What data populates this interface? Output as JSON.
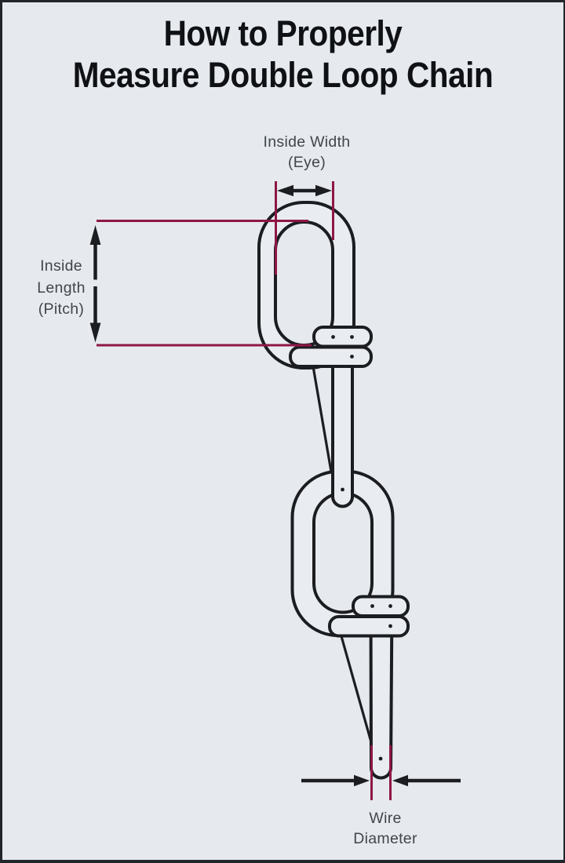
{
  "title": {
    "line1": "How to Properly",
    "line2": "Measure Double Loop Chain"
  },
  "labels": {
    "inside_width": {
      "line1": "Inside Width",
      "line2": "(Eye)"
    },
    "inside_length": {
      "line1": "Inside",
      "line2": "Length",
      "line3": "(Pitch)"
    },
    "wire_diameter": {
      "line1": "Wire",
      "line2": "Diameter"
    }
  },
  "colors": {
    "bg": "#e6e9ed",
    "metal": "#e9edf1",
    "ink": "#1c1d20",
    "accent": "#8e1747",
    "label": "#40464d",
    "frame": "#22252a"
  }
}
